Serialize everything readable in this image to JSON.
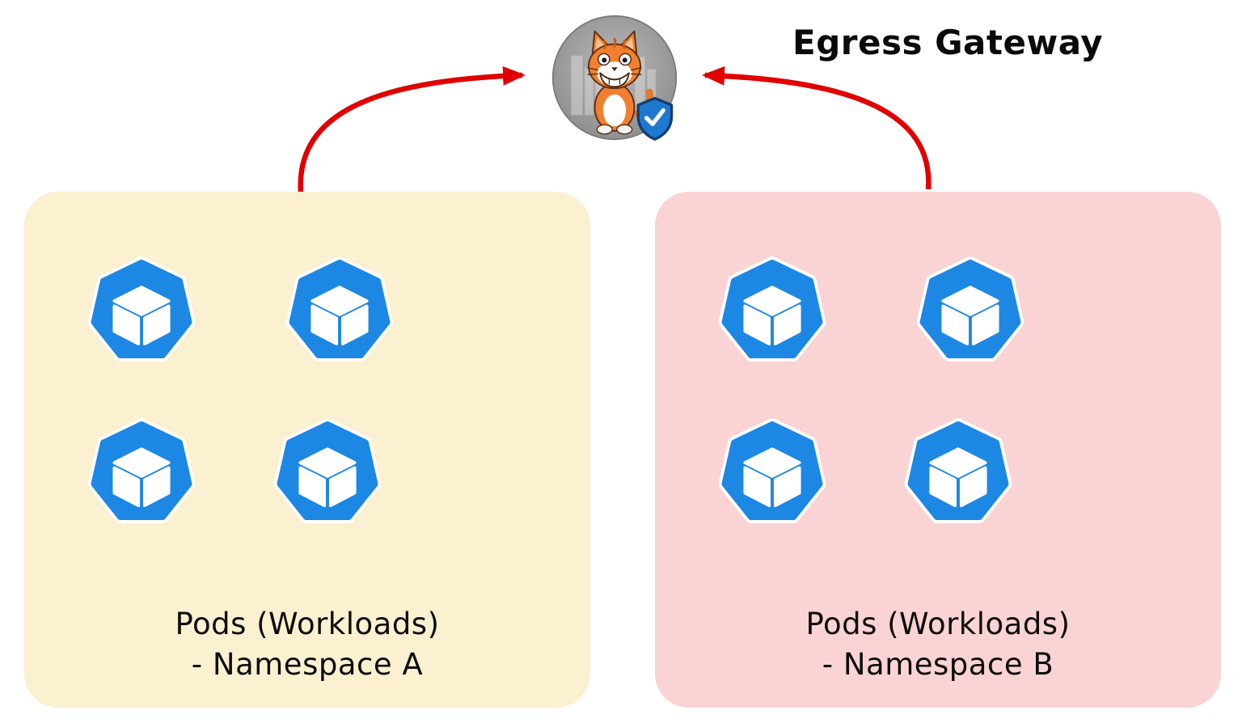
{
  "title": "Egress Gateway",
  "gateway": {
    "name": "Egress Gateway",
    "icon": "egress-cat-gateway-icon",
    "badge_icon": "shield-check-icon"
  },
  "namespaces": [
    {
      "id": "A",
      "label_line1": "Pods (Workloads)",
      "label_line2": "- Namespace A",
      "pod_count": 4,
      "pod_icon": "kubernetes-pod-icon",
      "bg_color": "#FBF0CF"
    },
    {
      "id": "B",
      "label_line1": "Pods (Workloads)",
      "label_line2": "- Namespace B",
      "pod_count": 4,
      "pod_icon": "kubernetes-pod-icon",
      "bg_color": "#FAD3D4"
    }
  ],
  "arrows": [
    {
      "from": "namespace-a",
      "to": "egress-gateway",
      "color": "#E00000"
    },
    {
      "from": "namespace-b",
      "to": "egress-gateway",
      "color": "#E00000"
    }
  ],
  "colors": {
    "arrow_red": "#E00000",
    "pod_blue": "#1D87E4",
    "namespace_a_bg": "#FBF0CF",
    "namespace_b_bg": "#FAD3D4",
    "gateway_circle_gray": "#9A9A9A",
    "cat_orange": "#F08030",
    "shield_blue": "#1E78D0",
    "text_black": "#0A0A0A"
  }
}
